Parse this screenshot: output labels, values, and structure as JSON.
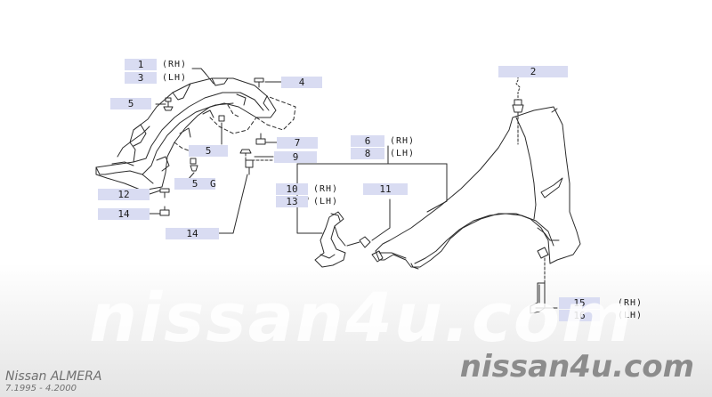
{
  "parts": [
    {
      "id": "p1",
      "label": "1",
      "side": "(RH)"
    },
    {
      "id": "p3",
      "label": "3",
      "side": "(LH)"
    },
    {
      "id": "p4",
      "label": "4"
    },
    {
      "id": "p5a",
      "label": "5"
    },
    {
      "id": "p5b",
      "label": "5"
    },
    {
      "id": "p5g",
      "label": "5",
      "suffix": "G"
    },
    {
      "id": "p2",
      "label": "2"
    },
    {
      "id": "p6",
      "label": "6",
      "side": "(RH)"
    },
    {
      "id": "p8",
      "label": "8",
      "side": "(LH)"
    },
    {
      "id": "p7",
      "label": "7"
    },
    {
      "id": "p9",
      "label": "9"
    },
    {
      "id": "p10",
      "label": "10",
      "side": "(RH)"
    },
    {
      "id": "p13",
      "label": "13",
      "side": "(LH)"
    },
    {
      "id": "p11",
      "label": "11"
    },
    {
      "id": "p12",
      "label": "12"
    },
    {
      "id": "p14a",
      "label": "14"
    },
    {
      "id": "p14b",
      "label": "14"
    },
    {
      "id": "p15",
      "label": "15",
      "side": "(RH)"
    },
    {
      "id": "p16",
      "label": "16",
      "side": "(LH)"
    }
  ],
  "watermark": "nissan4u.com",
  "brand": "nissan4u.com",
  "model": "Nissan ALMERA",
  "years": "7.1995 - 4.2000",
  "colors": {
    "label_bg": "#d9dcf2",
    "line": "#2b2b2b",
    "brand": "#8c8c8c"
  }
}
